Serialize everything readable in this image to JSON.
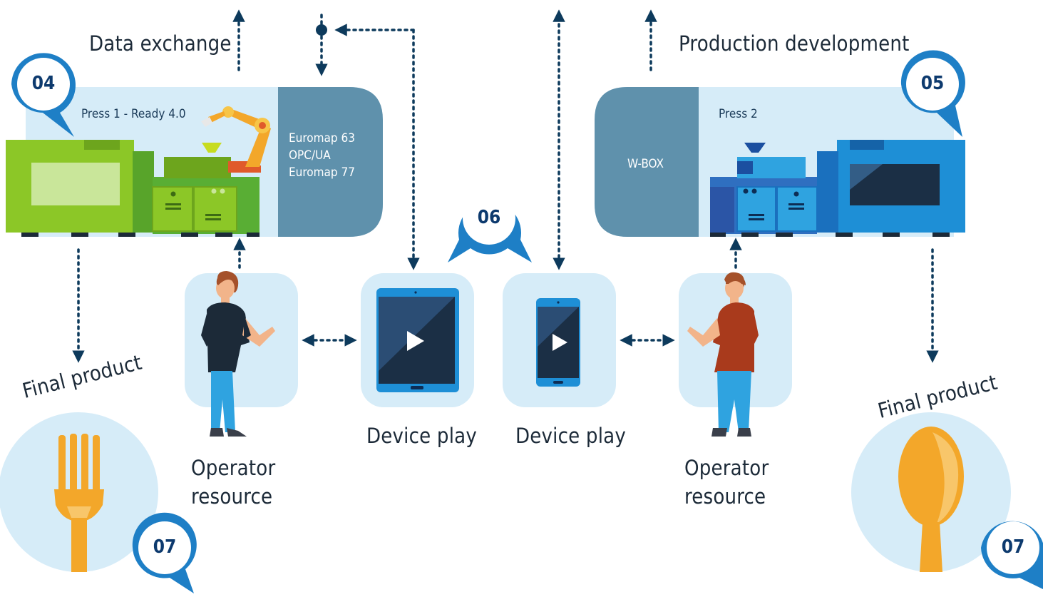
{
  "top": {
    "data_exchange": "Data exchange",
    "production_development": "Production development"
  },
  "press1": {
    "title": "Press 1 - Ready 4.0",
    "badge": "04",
    "protocols": [
      "Euromap 63",
      "OPC/UA",
      "Euromap 77"
    ]
  },
  "press2": {
    "title": "Press 2",
    "badge": "05",
    "wbox": "W-BOX"
  },
  "devices": {
    "badge": "06",
    "left_label": "Device play",
    "right_label": "Device play"
  },
  "operators": {
    "left_label": [
      "Operator",
      "resource"
    ],
    "right_label": [
      "Operator",
      "resource"
    ]
  },
  "final": {
    "left_label": "Final product",
    "right_label": "Final product",
    "left_badge": "07",
    "right_badge": "07",
    "left_item": "fork-icon",
    "right_item": "spoon-icon"
  },
  "colors": {
    "panel": "#d6ecf8",
    "dark_block": "#5f91ac",
    "badge_ring": "#1e7fc6",
    "badge_text": "#0d3a6e",
    "arrow": "#0d3a5c",
    "press1_green": "#7cc11f",
    "press2_blue": "#1e8fd6",
    "product_orange": "#f3a72a"
  }
}
